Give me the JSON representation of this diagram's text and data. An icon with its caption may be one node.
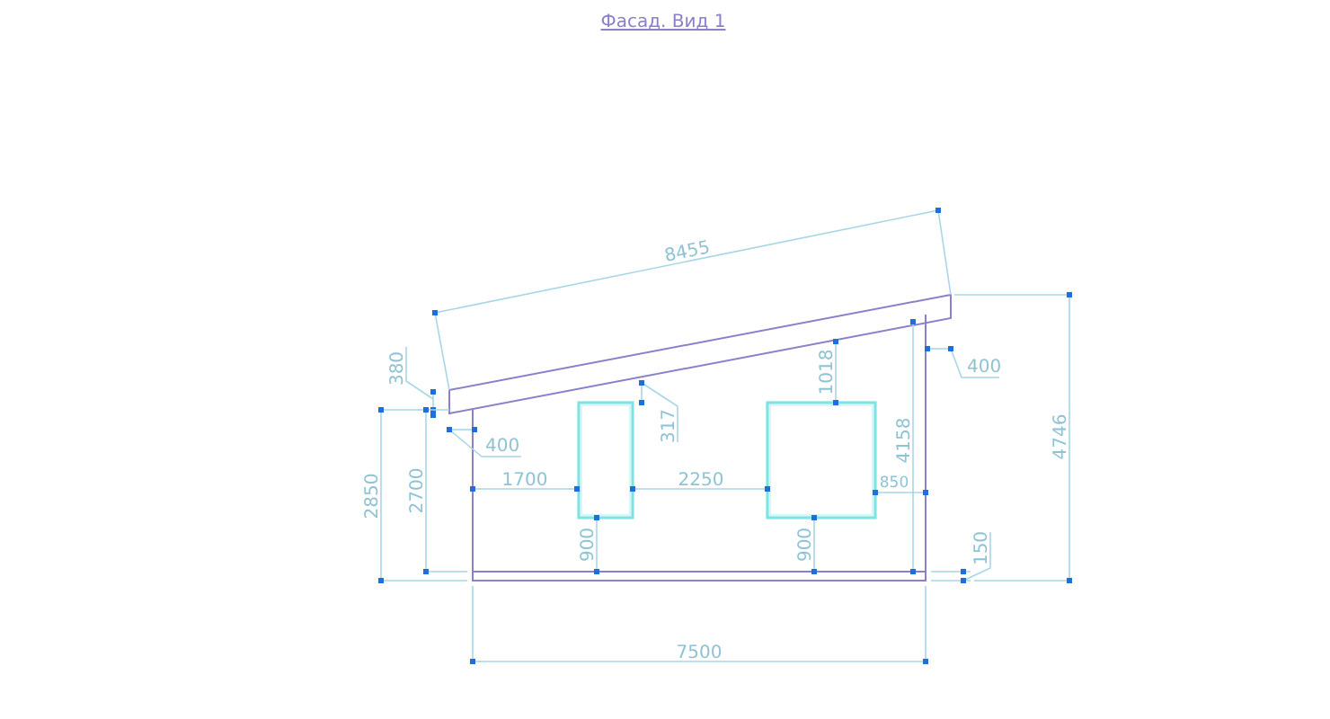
{
  "diagram": {
    "title": "Фасад. Вид 1",
    "labels": [
      "8455",
      "1018",
      "400",
      "380",
      "317",
      "400",
      "4158",
      "4746",
      "2850",
      "2700",
      "1700",
      "2250",
      "850",
      "900",
      "900",
      "150",
      "7500"
    ]
  }
}
